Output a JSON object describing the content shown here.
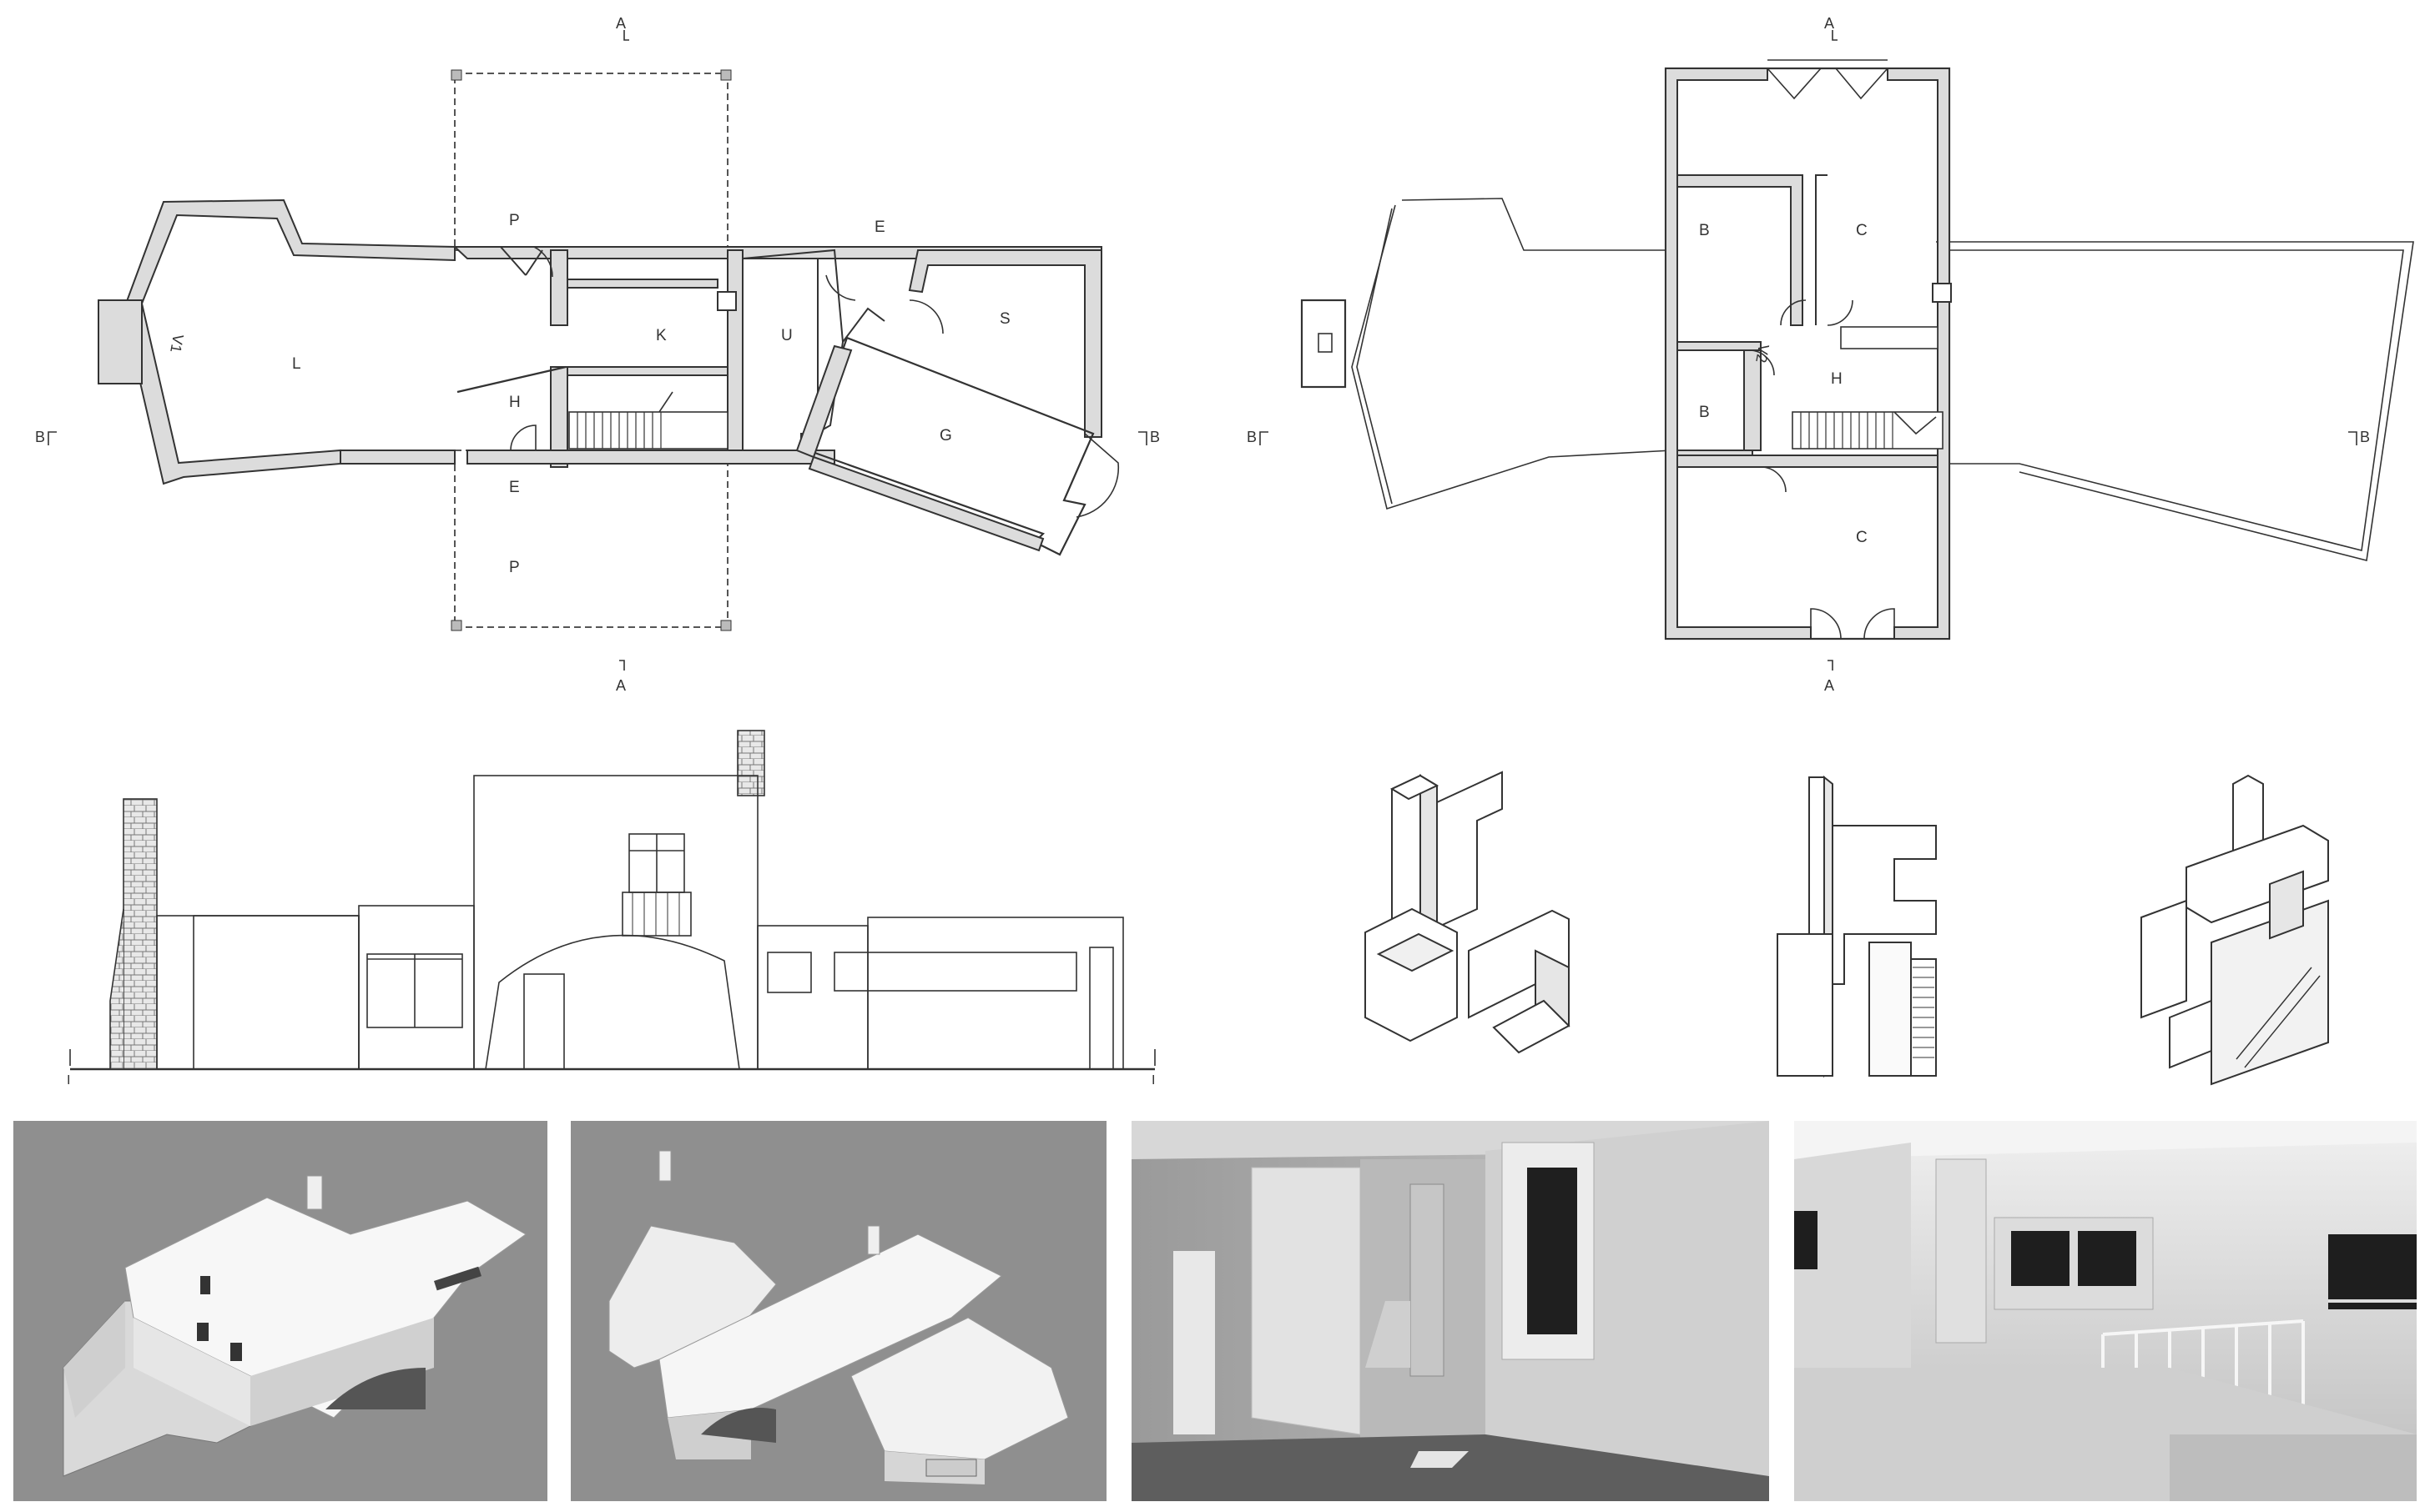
{
  "sheet": {
    "ground_floor_plan": {
      "rooms": [
        "L",
        "P",
        "K",
        "U",
        "E",
        "S",
        "H",
        "G",
        "E",
        "P"
      ],
      "void_label": "V1",
      "section_marks": [
        "A",
        "A",
        "B",
        "B"
      ]
    },
    "upper_floor_plan": {
      "rooms": [
        "B",
        "C",
        "H",
        "B",
        "C"
      ],
      "void_label": "V2",
      "section_marks": [
        "A",
        "A",
        "B",
        "B"
      ]
    },
    "elevation": {
      "end_marks": [
        "I",
        "I"
      ]
    },
    "axonometrics": [
      "axonometric-1",
      "axonometric-2",
      "axonometric-3"
    ],
    "renders": [
      "render-exterior-1",
      "render-exterior-2",
      "render-interior-1",
      "render-interior-2"
    ]
  }
}
